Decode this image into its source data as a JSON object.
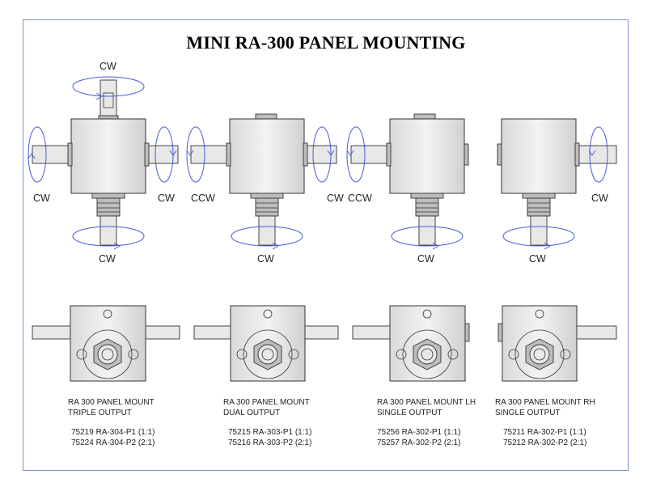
{
  "title": "MINI RA-300 PANEL MOUNTING",
  "rotation_labels": {
    "triple": {
      "top": "CW",
      "left": "CW",
      "right": "CW",
      "bottom": "CW"
    },
    "dual": {
      "left": "CCW",
      "right": "CW",
      "bottom": "CW"
    },
    "single_lh": {
      "left": "CCW",
      "bottom": "CW"
    },
    "single_rh": {
      "right": "CW",
      "bottom": "CW"
    }
  },
  "captions": [
    {
      "line1": "RA 300 PANEL MOUNT",
      "line2": "TRIPLE OUTPUT",
      "part1": "75219 RA-304-P1 (1:1)",
      "part2": "75224 RA-304-P2 (2:1)"
    },
    {
      "line1": "RA 300 PANEL MOUNT",
      "line2": "DUAL OUTPUT",
      "part1": "75215 RA-303-P1 (1:1)",
      "part2": "75216 RA-303-P2 (2:1)"
    },
    {
      "line1": "RA 300 PANEL MOUNT LH",
      "line2": "SINGLE OUTPUT",
      "part1": "75256 RA-302-P1 (1:1)",
      "part2": "75257 RA-302-P2 (2:1)"
    },
    {
      "line1": "RA 300 PANEL MOUNT RH",
      "line2": "SINGLE OUTPUT",
      "part1": "75211 RA-302-P1 (1:1)",
      "part2": "75212 RA-302-P2 (2:1)"
    }
  ],
  "colors": {
    "frame": "#7f8fcf",
    "rotation_arrows": "#4a5bd8"
  }
}
